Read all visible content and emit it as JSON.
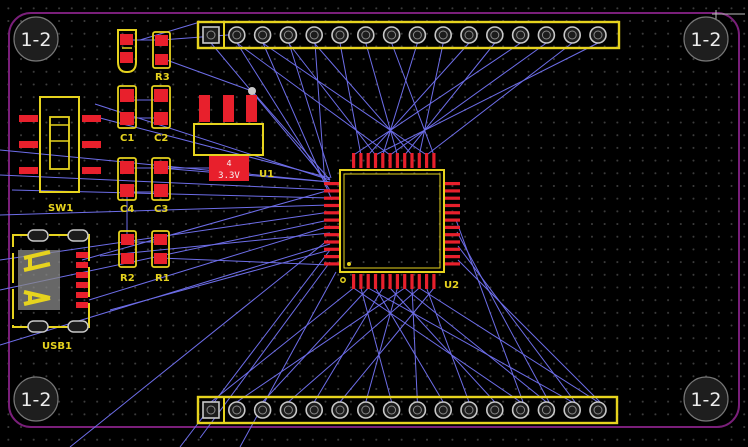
{
  "board": {
    "outline_color": "#7a1f7a",
    "silk_color": "#e6d31e",
    "copper_color": "#e8202c",
    "ratsnest_color": "#6d6de8",
    "pad_ring_color": "#c8c8c8",
    "background_color": "#000000"
  },
  "mounting_holes": [
    "1-2",
    "1-2",
    "1-2",
    "1-2"
  ],
  "components": {
    "r3": "R3",
    "c1": "C1",
    "c2": "C2",
    "c4": "C4",
    "c3": "C3",
    "r2": "R2",
    "r1": "R1",
    "u1": "U1",
    "u1_pad_number": "4",
    "u1_net": "3.3V",
    "sw1": "SW1",
    "usb1": "USB1",
    "u2": "U2"
  },
  "headers": {
    "top": {
      "pin_count": 16,
      "icon": "pin-header-icon"
    },
    "bottom": {
      "pin_count": 16,
      "icon": "pin-header-icon"
    }
  }
}
